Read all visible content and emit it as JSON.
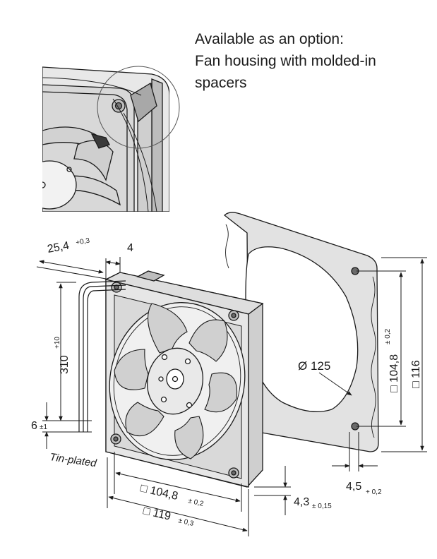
{
  "caption": {
    "line1": "Available as an option:",
    "line2": "Fan housing with molded-in",
    "line3": "spacers"
  },
  "dimensions": {
    "depth": "25,4",
    "depth_tol": "+0,3",
    "flange": "4",
    "lead_length": "310",
    "lead_length_tol": "+10",
    "strip_length": "6",
    "strip_length_tol": "±1",
    "tin_plated": "Tin-plated",
    "hole_spacing_h": "□ 104,8",
    "hole_spacing_h_tol": "± 0,2",
    "frame_width": "□ 119",
    "frame_width_tol": "± 0,3",
    "mount_hole": "4,3",
    "mount_hole_tol": "± 0,15",
    "spacer_offset": "4,5",
    "spacer_offset_tol": "+ 0,2",
    "hole_spacing_v": "□ 104,8",
    "hole_spacing_v_tol": "± 0,2",
    "spacer_width": "□ 116",
    "bore_diameter": "Ø 125"
  },
  "colors": {
    "line": "#1a1a1a",
    "housing_fill": "#e6e6e6",
    "housing_shade": "#c9c9c9",
    "blade_fill": "#d4d4d4",
    "spacer_fill": "#e2e2e2"
  }
}
